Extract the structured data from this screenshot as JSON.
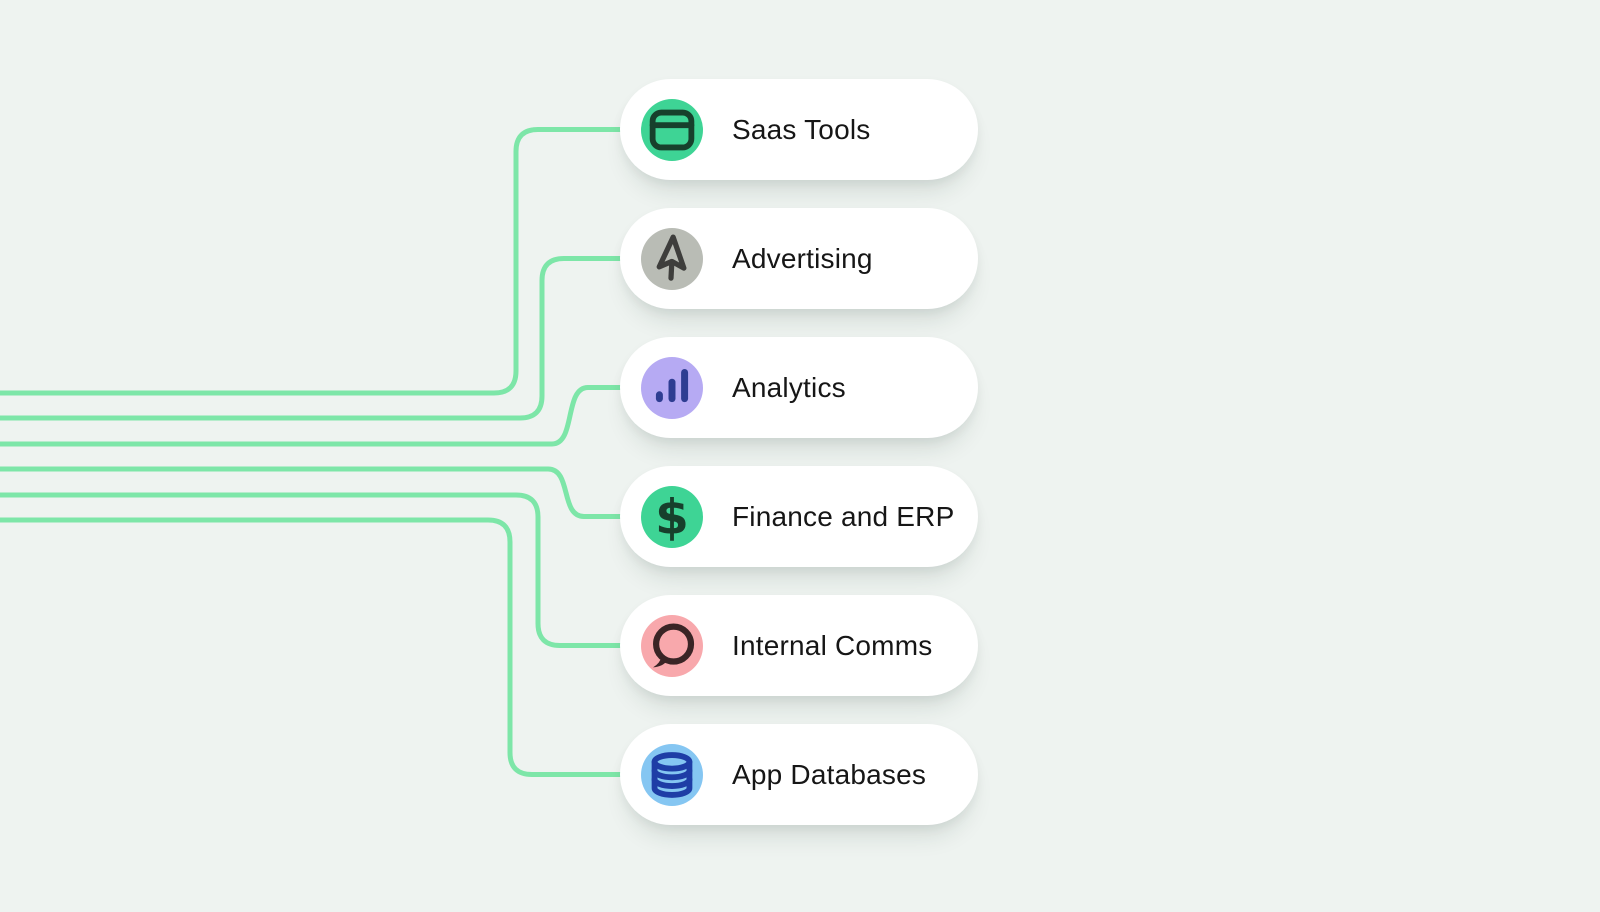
{
  "canvas": {
    "background_color": "#eef3f0"
  },
  "connectors": {
    "color": "#7de6a8",
    "count": 6
  },
  "nodes": [
    {
      "label": "Saas Tools",
      "icon": "browser-window-icon",
      "icon_bg": "#3ed495",
      "icon_fg": "#17402c"
    },
    {
      "label": "Advertising",
      "icon": "cursor-icon",
      "icon_bg": "#b9bcb5",
      "icon_fg": "#3e3e3c"
    },
    {
      "label": "Analytics",
      "icon": "bar-chart-icon",
      "icon_bg": "#b6aaf3",
      "icon_fg": "#2e3d92"
    },
    {
      "label": "Finance and ERP",
      "icon": "dollar-icon",
      "icon_bg": "#3ed495",
      "icon_fg": "#17402c",
      "glyph": "$"
    },
    {
      "label": "Internal Comms",
      "icon": "chat-bubble-icon",
      "icon_bg": "#f8a8ac",
      "icon_fg": "#3a2425"
    },
    {
      "label": "App Databases",
      "icon": "database-icon",
      "icon_bg": "#85c6f2",
      "icon_fg": "#1e3da6"
    }
  ]
}
